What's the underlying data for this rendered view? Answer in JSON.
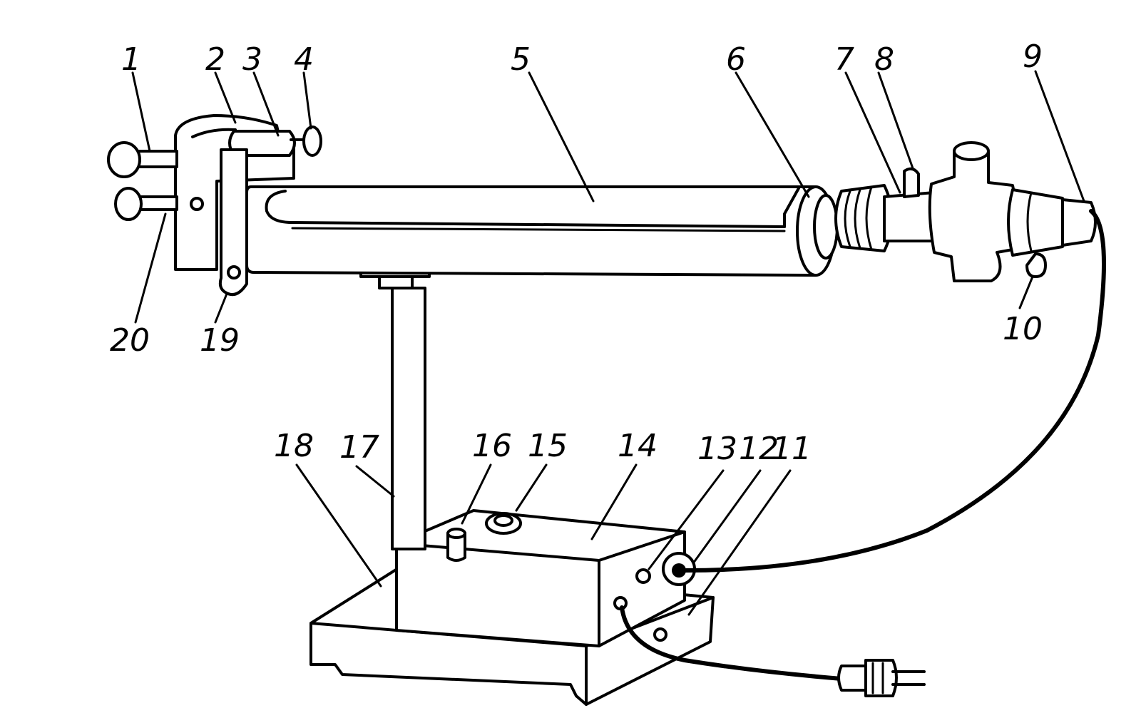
{
  "diagram": {
    "background": "#ffffff",
    "stroke_color": "#000000",
    "callouts": [
      {
        "id": "c1",
        "text": "1"
      },
      {
        "id": "c2",
        "text": "2"
      },
      {
        "id": "c3",
        "text": "3"
      },
      {
        "id": "c4",
        "text": "4"
      },
      {
        "id": "c5",
        "text": "5"
      },
      {
        "id": "c6",
        "text": "6"
      },
      {
        "id": "c7",
        "text": "7"
      },
      {
        "id": "c8",
        "text": "8"
      },
      {
        "id": "c9",
        "text": "9"
      },
      {
        "id": "c10",
        "text": "10"
      },
      {
        "id": "c11",
        "text": "11"
      },
      {
        "id": "c12",
        "text": "12"
      },
      {
        "id": "c13",
        "text": "13"
      },
      {
        "id": "c14",
        "text": "14"
      },
      {
        "id": "c15",
        "text": "15"
      },
      {
        "id": "c16",
        "text": "16"
      },
      {
        "id": "c17",
        "text": "17"
      },
      {
        "id": "c18",
        "text": "18"
      },
      {
        "id": "c19",
        "text": "19"
      },
      {
        "id": "c20",
        "text": "20"
      }
    ]
  }
}
